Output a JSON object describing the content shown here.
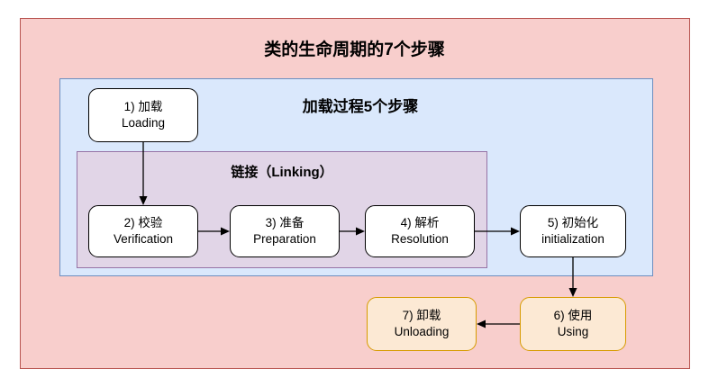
{
  "diagram": {
    "title": "类的生命周期的7个步骤",
    "frames": [
      {
        "name": "lifecycle-frame",
        "label": "类的生命周期的7个步骤",
        "fill": "#f8cecc",
        "stroke": "#b85450"
      },
      {
        "name": "loading-process-frame",
        "label": "加载过程5个步骤",
        "fill": "#dae8fc",
        "stroke": "#6c8ebf"
      },
      {
        "name": "linking-frame",
        "label": "链接（Linking）",
        "fill": "#e1d5e7",
        "stroke": "#9673a6"
      }
    ],
    "nodes": [
      {
        "id": "node1",
        "cn": "1) 加载",
        "en": "Loading",
        "fill": "#ffffff",
        "stroke": "#000000"
      },
      {
        "id": "node2",
        "cn": "2) 校验",
        "en": "Verification",
        "fill": "#ffffff",
        "stroke": "#000000"
      },
      {
        "id": "node3",
        "cn": "3) 准备",
        "en": "Preparation",
        "fill": "#ffffff",
        "stroke": "#000000"
      },
      {
        "id": "node4",
        "cn": "4) 解析",
        "en": "Resolution",
        "fill": "#ffffff",
        "stroke": "#000000"
      },
      {
        "id": "node5",
        "cn": "5) 初始化",
        "en": "initialization",
        "fill": "#ffffff",
        "stroke": "#000000"
      },
      {
        "id": "node6",
        "cn": "6) 使用",
        "en": "Using",
        "fill": "#fce9d4",
        "stroke": "#d79b00"
      },
      {
        "id": "node7",
        "cn": "7) 卸载",
        "en": "Unloading",
        "fill": "#fce9d4",
        "stroke": "#d79b00"
      }
    ],
    "edges": [
      {
        "name": "edge-loading-to-verification",
        "from": "node1",
        "to": "node2",
        "direction": "down"
      },
      {
        "name": "edge-verification-to-preparation",
        "from": "node2",
        "to": "node3",
        "direction": "right"
      },
      {
        "name": "edge-preparation-to-resolution",
        "from": "node3",
        "to": "node4",
        "direction": "right"
      },
      {
        "name": "edge-resolution-to-initialization",
        "from": "node4",
        "to": "node5",
        "direction": "right"
      },
      {
        "name": "edge-initialization-to-using",
        "from": "node5",
        "to": "node6",
        "direction": "down"
      },
      {
        "name": "edge-using-to-unloading",
        "from": "node6",
        "to": "node7",
        "direction": "left"
      }
    ]
  }
}
